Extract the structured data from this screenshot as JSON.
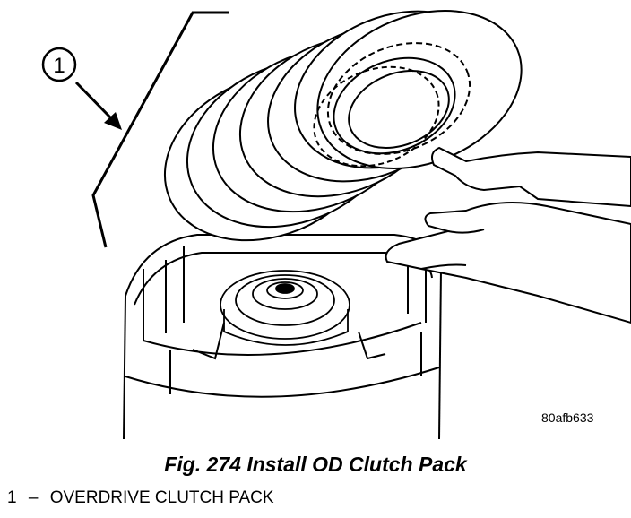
{
  "callout": {
    "number": "1"
  },
  "figure_code": "80afb633",
  "caption": "Fig. 274 Install OD Clutch Pack",
  "legend": {
    "items": [
      {
        "number": "1",
        "separator": "–",
        "text": "OVERDRIVE CLUTCH PACK"
      }
    ]
  }
}
